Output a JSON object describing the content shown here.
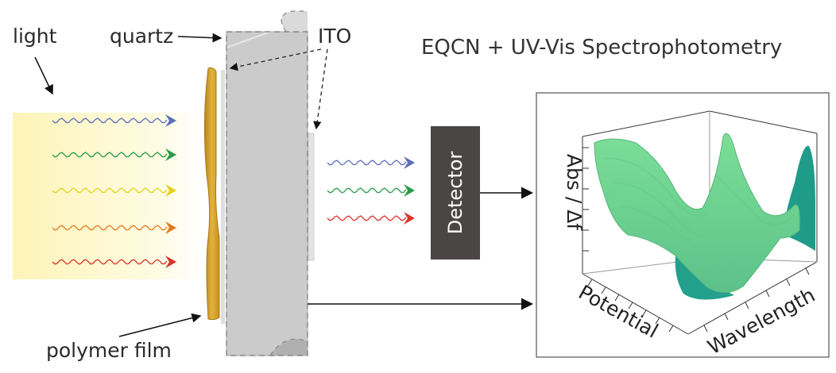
{
  "labels": {
    "light": "light",
    "quartz": "quartz",
    "ito": "ITO",
    "title": "EQCN + UV-Vis Spectrophotometry",
    "polymer_film": "polymer film",
    "detector": "Detector"
  },
  "plot": {
    "z_label": "Abs / Δf",
    "x_label": "Potential",
    "y_label": "Wavelength"
  },
  "colors": {
    "waves_in": [
      "#5b6fb8",
      "#2a9a4a",
      "#e3d21c",
      "#e07a1e",
      "#d8342a"
    ],
    "waves_out": [
      "#5b6fb8",
      "#2a9a4a",
      "#d8342a"
    ],
    "light_beam": "#fdf6c2",
    "polymer_film": "#d8a52e",
    "quartz": "#cccccc",
    "detector_box": "#4b4646",
    "surface_light": "#7fdc97",
    "surface_dark": "#1f9b8a"
  }
}
